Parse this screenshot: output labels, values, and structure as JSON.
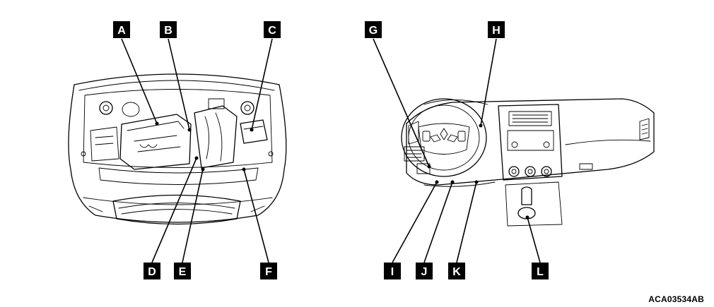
{
  "figure_code": "ACA03534AB",
  "callouts": [
    {
      "id": "A",
      "label": "A"
    },
    {
      "id": "B",
      "label": "B"
    },
    {
      "id": "C",
      "label": "C"
    },
    {
      "id": "D",
      "label": "D"
    },
    {
      "id": "E",
      "label": "E"
    },
    {
      "id": "F",
      "label": "F"
    },
    {
      "id": "G",
      "label": "G"
    },
    {
      "id": "H",
      "label": "H"
    },
    {
      "id": "I",
      "label": "I"
    },
    {
      "id": "J",
      "label": "J"
    },
    {
      "id": "K",
      "label": "K"
    },
    {
      "id": "L",
      "label": "L"
    }
  ]
}
